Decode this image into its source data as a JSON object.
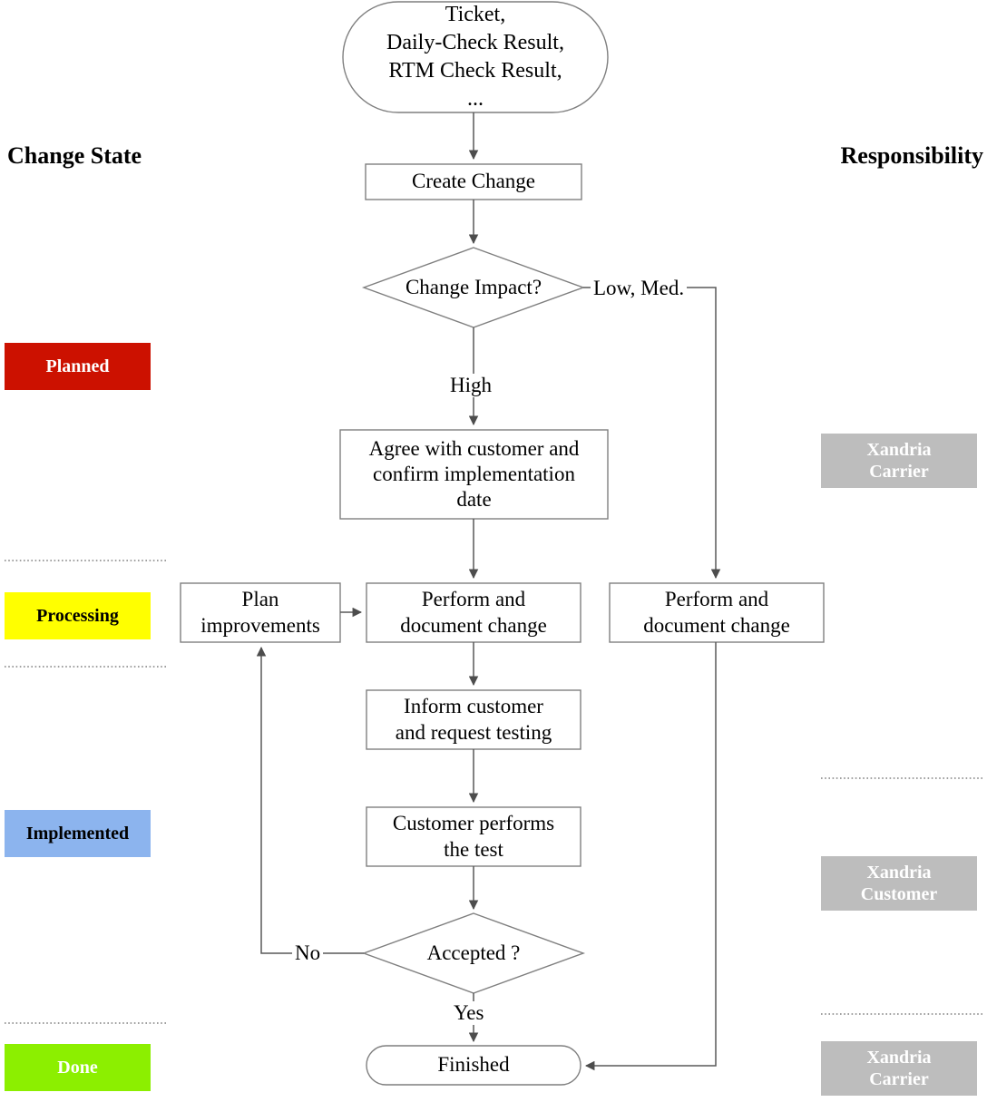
{
  "columns": {
    "left_heading": "Change State",
    "right_heading": "Responsibility"
  },
  "change_states": [
    {
      "label": "Planned",
      "bg": "#CC1100",
      "fg": "#FFFFFF"
    },
    {
      "label": "Processing",
      "bg": "#FFFF00",
      "fg": "#000000"
    },
    {
      "label": "Implemented",
      "bg": "#8CB4EE",
      "fg": "#000000"
    },
    {
      "label": "Done",
      "bg": "#8CEF00",
      "fg": "#FFFFFF"
    }
  ],
  "responsibilities": [
    {
      "line1": "Xandria",
      "line2": "Carrier",
      "bg": "#BDBDBD",
      "fg": "#FFFFFF"
    },
    {
      "line1": "Xandria",
      "line2": "Customer",
      "bg": "#BDBDBD",
      "fg": "#FFFFFF"
    },
    {
      "line1": "Xandria",
      "line2": "Carrier",
      "bg": "#BDBDBD",
      "fg": "#FFFFFF"
    }
  ],
  "nodes": {
    "start": "Ticket,\nDaily-Check Result,\nRTM Check Result,\n...",
    "create_change": "Create Change",
    "change_impact": "Change Impact?",
    "agree_customer": "Agree with customer and\nconfirm implementation\ndate",
    "plan_improvements": "Plan\nimprovements",
    "perform_left": "Perform and\ndocument change",
    "perform_right": "Perform and\ndocument change",
    "inform_customer": "Inform customer\nand request testing",
    "customer_test": "Customer performs\nthe test",
    "accepted": "Accepted ?",
    "finished": "Finished"
  },
  "edge_labels": {
    "low_med": "Low, Med.",
    "high": "High",
    "no": "No",
    "yes": "Yes"
  },
  "style": {
    "shape_stroke": "#7F7F7F",
    "arrow_stroke": "#595959",
    "divider_stroke": "#808080"
  }
}
